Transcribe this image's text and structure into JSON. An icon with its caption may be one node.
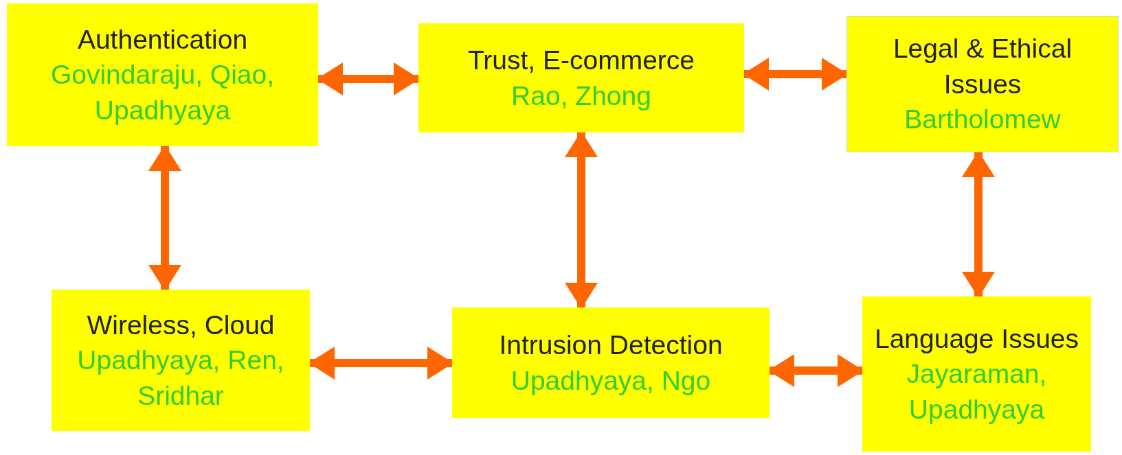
{
  "diagram": {
    "nodes": [
      {
        "text": [
          "Authentication",
          "Govindaraju, Qiao, Upadhyaya"
        ]
      },
      {
        "text": [
          "Trust, E-commerce",
          "Rao, Zhong"
        ]
      },
      {
        "text": [
          "Legal & Ethical Issues",
          "Bartholomew"
        ]
      },
      {
        "text": [
          "Wireless, Cloud",
          "Upadhyaya, Ren, Sridhar"
        ]
      },
      {
        "text": [
          "Intrusion Detection",
          "Upadhyaya, Ngo"
        ]
      },
      {
        "text": [
          "Language Issues",
          "Jayaraman, Upadhyaya"
        ]
      }
    ],
    "edges": [
      {
        "from": 0,
        "to": 1,
        "arrow": "both"
      },
      {
        "from": 1,
        "to": 2,
        "arrow": "both"
      },
      {
        "from": 0,
        "to": 3,
        "arrow": "both"
      },
      {
        "from": 1,
        "to": 4,
        "arrow": "both"
      },
      {
        "from": 2,
        "to": 5,
        "arrow": "both"
      },
      {
        "from": 3,
        "to": 4,
        "arrow": "both"
      },
      {
        "from": 4,
        "to": 5,
        "arrow": "both"
      }
    ]
  }
}
